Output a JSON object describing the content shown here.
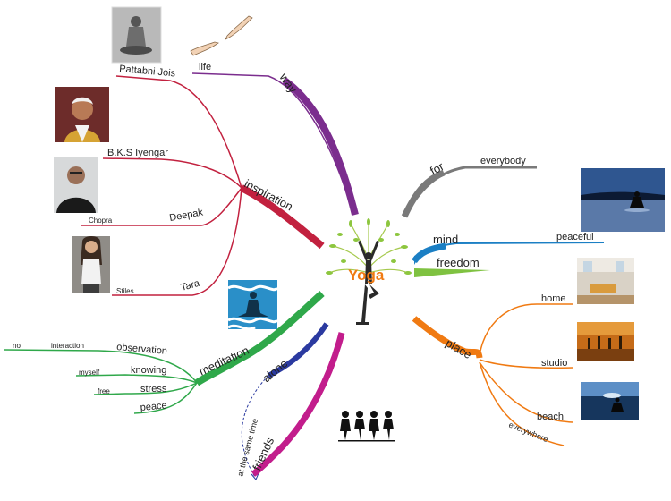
{
  "center": {
    "title": "Yoga"
  },
  "branches": {
    "way": {
      "label": "way",
      "color": "#7b2d8e"
    },
    "for": {
      "label": "for",
      "color": "#7a7a7a"
    },
    "mind": {
      "label": "mind",
      "color": "#1b7fc4"
    },
    "freedom": {
      "label": "freedom",
      "color": "#7fc241"
    },
    "place": {
      "label": "place",
      "color": "#f07a12"
    },
    "inspiration": {
      "label": "inspiration",
      "color": "#c2213f"
    },
    "meditation": {
      "label": "meditation",
      "color": "#2fa84a"
    },
    "alone": {
      "label": "alone",
      "color": "#2b3aa0"
    },
    "friends": {
      "label": "friends",
      "color": "#c21d8c"
    }
  },
  "labels": {
    "life": "life",
    "everybody": "everybody",
    "peaceful": "peaceful",
    "home": "home",
    "studio": "studio",
    "beach": "beach",
    "everywhere": "everywhere",
    "pattabhi_jois": "Pattabhi Jois",
    "bks_iyengar": "B.K.S Iyengar",
    "deepak": "Deepak",
    "chopra": "Chopra",
    "tara": "Tara",
    "stiles": "Stiles",
    "observation": "observation",
    "interaction": "interaction",
    "no": "no",
    "knowing": "knowing",
    "myself": "myself",
    "stress": "stress",
    "free": "free",
    "peace": "peace",
    "at_the_same_time": "at the same time"
  },
  "images": {
    "pattabhi_photo": "pattabhi-jois-photo",
    "creation_hands": "creation-of-adam-hands",
    "iyengar_photo": "iyengar-photo",
    "chopra_photo": "deepak-chopra-photo",
    "tara_photo": "tara-stiles-photo",
    "meditation_icon": "meditation-waves-icon",
    "lake_photo": "lake-meditation-photo",
    "home_photo": "home-room-photo",
    "studio_photo": "yoga-studio-photo",
    "beach_photo": "beach-sunset-photo",
    "friends_icon": "friends-silhouette-icon",
    "tree_icon": "yoga-tree-icon"
  }
}
